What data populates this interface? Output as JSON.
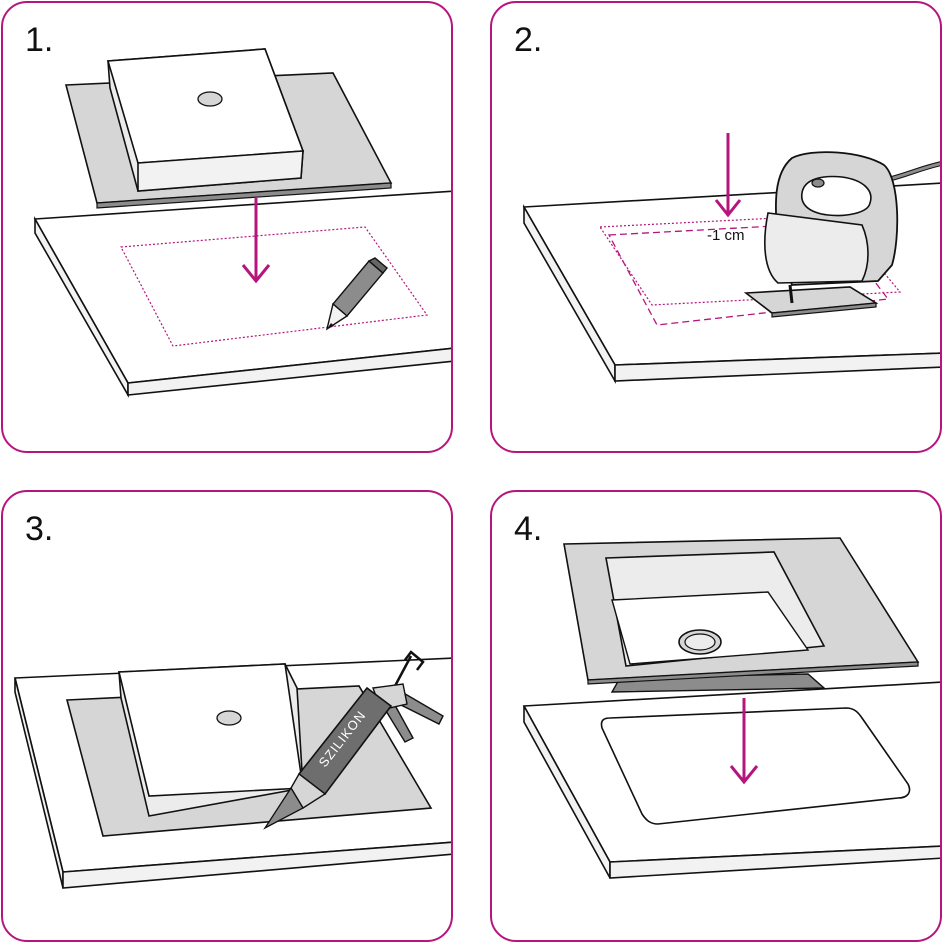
{
  "colors": {
    "accent": "#b5167e",
    "outline": "#111111",
    "surface_light": "#f2f2f2",
    "surface_mid": "#d6d6d6",
    "surface_dark": "#8c8c8c"
  },
  "steps": [
    {
      "number": "1.",
      "icons": [
        "sink-top-icon",
        "arrow-down-icon",
        "pencil-icon",
        "countertop-icon"
      ]
    },
    {
      "number": "2.",
      "offset_label": "-1 cm",
      "icons": [
        "arrow-down-icon",
        "jigsaw-icon",
        "countertop-icon"
      ]
    },
    {
      "number": "3.",
      "sealant_label": "SZILIKON",
      "icons": [
        "sink-top-icon",
        "caulk-gun-icon",
        "countertop-icon"
      ]
    },
    {
      "number": "4.",
      "icons": [
        "sink-icon",
        "arrow-down-icon",
        "countertop-cutout-icon"
      ]
    }
  ]
}
